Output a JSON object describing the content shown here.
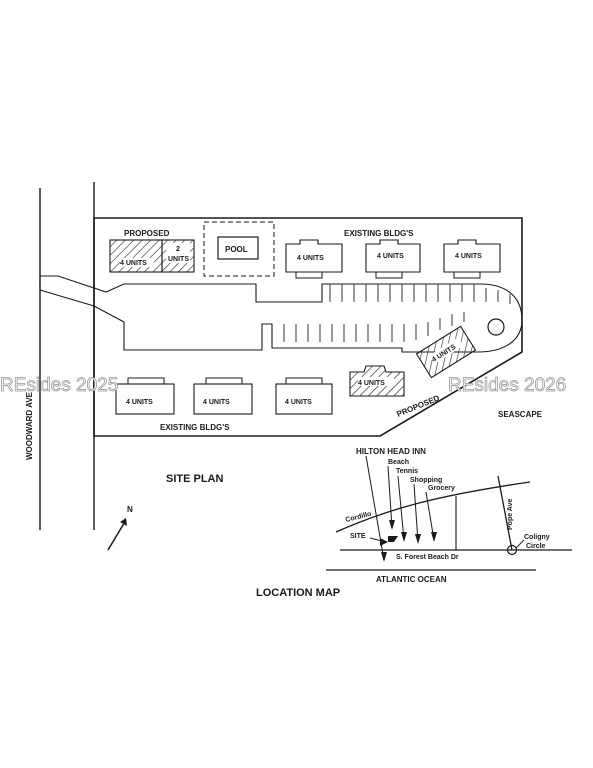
{
  "site_plan": {
    "title": "SITE PLAN",
    "street": "WOODWARD AVE",
    "proposed_top": "PROPOSED",
    "proposed_bottom": "PROPOSED",
    "existing_top": "EXISTING BLDG'S",
    "existing_bottom": "EXISTING BLDG'S",
    "seascape": "SEASCAPE",
    "pool": "POOL",
    "north": "N",
    "units": {
      "proposed_a": "4 UNITS",
      "proposed_b_num": "2",
      "proposed_b_word": "UNITS",
      "top_1": "4 UNITS",
      "top_2": "4 UNITS",
      "top_3": "4 UNITS",
      "bottom_1": "4 UNITS",
      "bottom_2": "4 UNITS",
      "bottom_3": "4 UNITS",
      "proposed_c": "4 UNITS",
      "proposed_d": "4 UNITS"
    }
  },
  "location_map": {
    "title": "LOCATION MAP",
    "hilton_head_inn": "HILTON HEAD INN",
    "beach": "Beach",
    "tennis": "Tennis",
    "shopping": "Shopping",
    "grocery": "Grocery",
    "cordillo": "Cordillo",
    "pope_ave": "Pope Ave",
    "site": "SITE",
    "forest_beach": "S. Forest Beach Dr",
    "coligny_1": "Coligny",
    "coligny_2": "Circle",
    "ocean": "ATLANTIC OCEAN"
  },
  "watermarks": {
    "left": "REsides 2025",
    "right": "REsides 2026"
  }
}
